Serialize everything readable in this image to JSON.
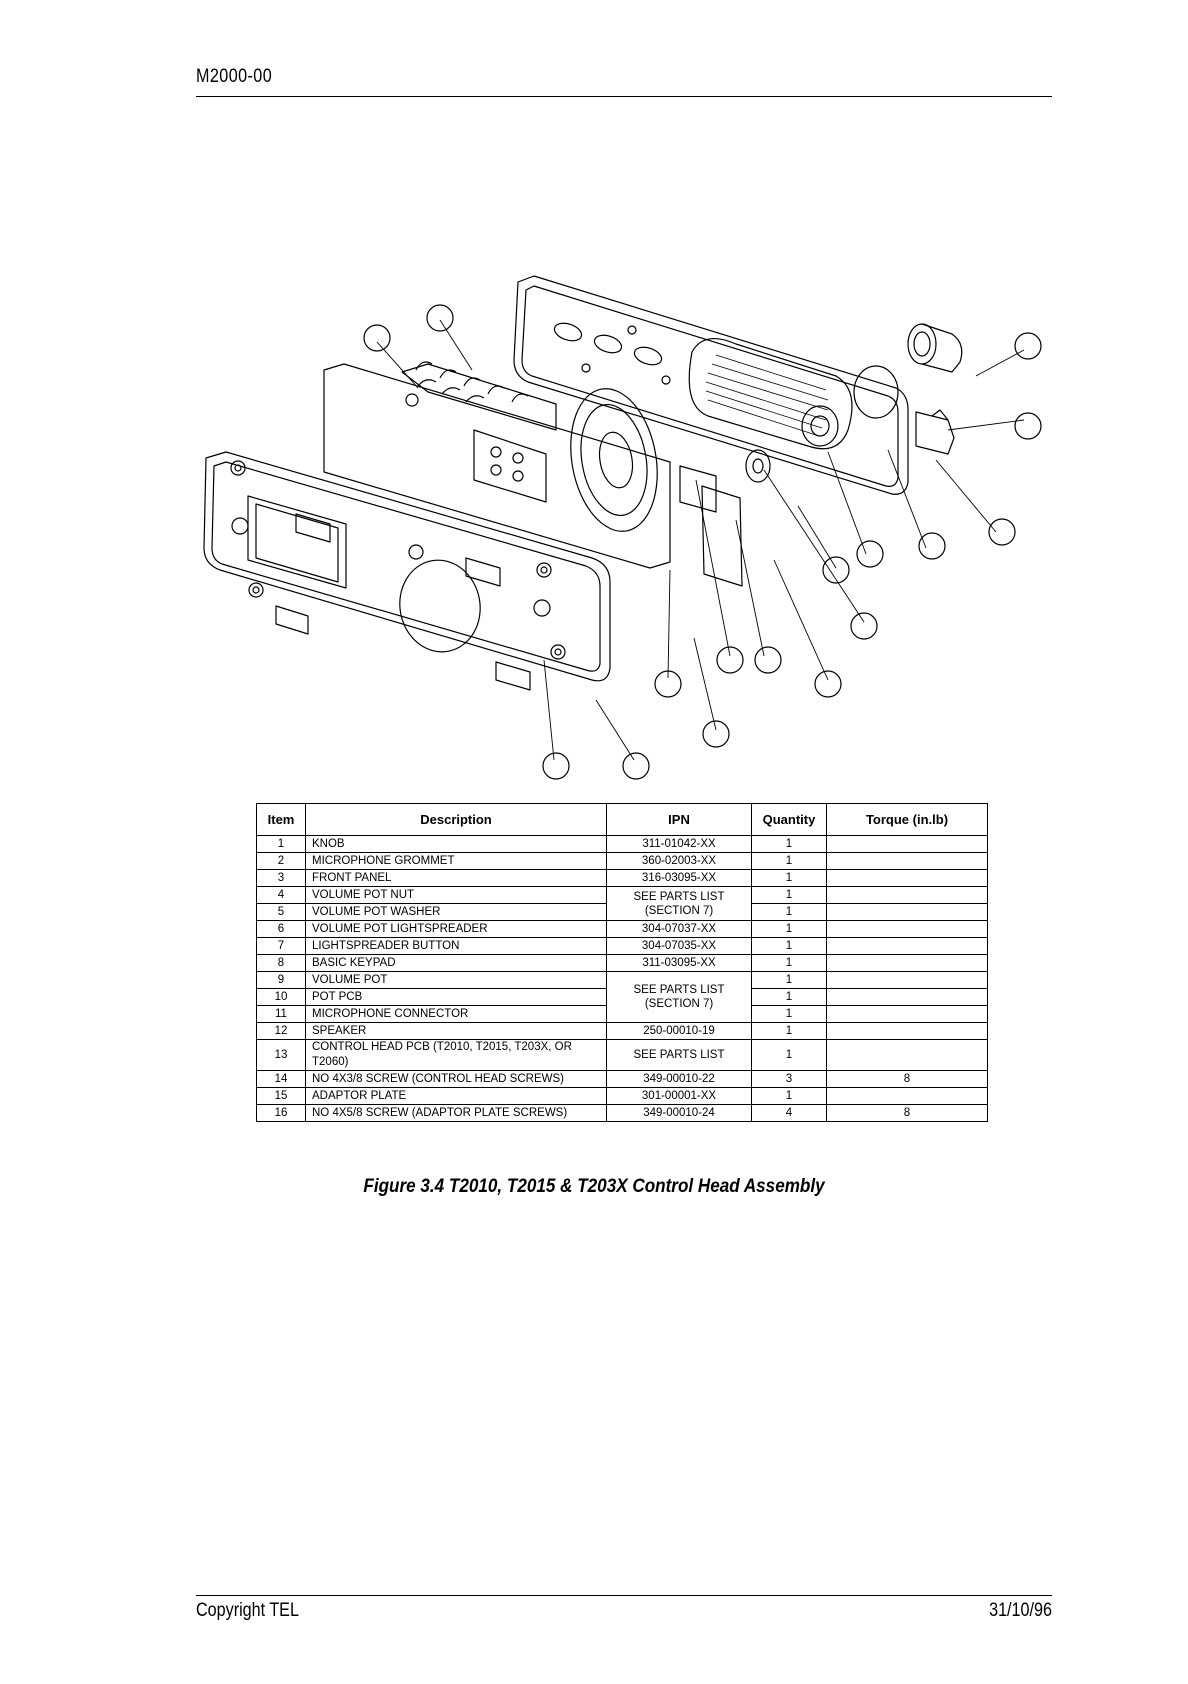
{
  "header": {
    "doc_code": "M2000-00"
  },
  "footer": {
    "copyright": "Copyright TEL",
    "date": "31/10/96"
  },
  "table": {
    "headers": [
      "Item",
      "Description",
      "IPN",
      "Quantity",
      "Torque (in.lb)"
    ],
    "rows": [
      {
        "item": "1",
        "desc": "KNOB",
        "ipn": "311-01042-XX",
        "qty": "1",
        "torque": ""
      },
      {
        "item": "2",
        "desc": "MICROPHONE GROMMET",
        "ipn": "360-02003-XX",
        "qty": "1",
        "torque": ""
      },
      {
        "item": "3",
        "desc": "FRONT PANEL",
        "ipn": "316-03095-XX",
        "qty": "1",
        "torque": ""
      },
      {
        "item": "4",
        "desc": "VOLUME POT NUT",
        "ipn": "SEE PARTS LIST (SECTION 7)",
        "qty": "1",
        "torque": ""
      },
      {
        "item": "5",
        "desc": "VOLUME POT WASHER",
        "ipn": "",
        "qty": "1",
        "torque": ""
      },
      {
        "item": "6",
        "desc": "VOLUME POT LIGHTSPREADER",
        "ipn": "304-07037-XX",
        "qty": "1",
        "torque": ""
      },
      {
        "item": "7",
        "desc": "LIGHTSPREADER BUTTON",
        "ipn": "304-07035-XX",
        "qty": "1",
        "torque": ""
      },
      {
        "item": "8",
        "desc": "BASIC KEYPAD",
        "ipn": "311-03095-XX",
        "qty": "1",
        "torque": ""
      },
      {
        "item": "9",
        "desc": "VOLUME POT",
        "ipn": "SEE PARTS LIST (SECTION 7)",
        "qty": "1",
        "torque": ""
      },
      {
        "item": "10",
        "desc": "POT PCB",
        "ipn": "",
        "qty": "1",
        "torque": ""
      },
      {
        "item": "11",
        "desc": "MICROPHONE CONNECTOR",
        "ipn": "",
        "qty": "1",
        "torque": ""
      },
      {
        "item": "12",
        "desc": "SPEAKER",
        "ipn": "250-00010-19",
        "qty": "1",
        "torque": ""
      },
      {
        "item": "13",
        "desc": "CONTROL HEAD PCB (T2010, T2015, T203X, OR T2060)",
        "ipn": "SEE PARTS LIST",
        "qty": "1",
        "torque": ""
      },
      {
        "item": "14",
        "desc": "NO 4X3/8 SCREW (CONTROL HEAD SCREWS)",
        "ipn": "349-00010-22",
        "qty": "3",
        "torque": "8"
      },
      {
        "item": "15",
        "desc": "ADAPTOR PLATE",
        "ipn": "301-00001-XX",
        "qty": "1",
        "torque": ""
      },
      {
        "item": "16",
        "desc": "NO 4X5/8 SCREW (ADAPTOR PLATE SCREWS)",
        "ipn": "349-00010-24",
        "qty": "4",
        "torque": "8"
      }
    ]
  },
  "caption": "Figure 3.4    T2010, T2015 & T203X Control Head Assembly"
}
